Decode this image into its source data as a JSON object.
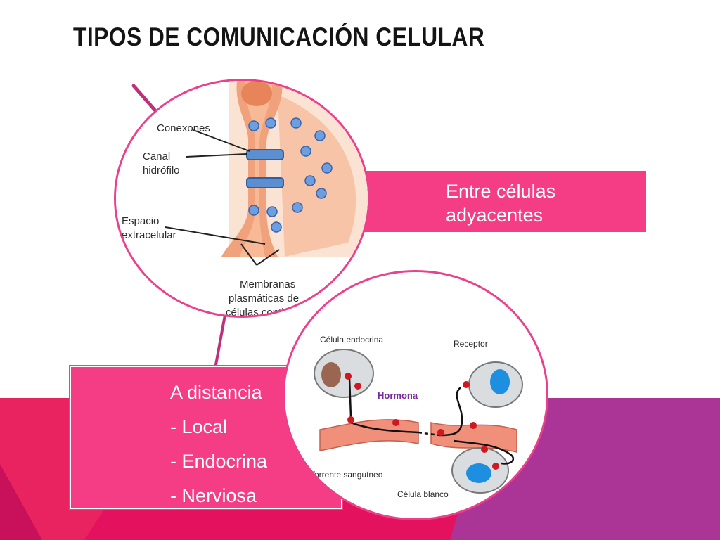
{
  "title": "TIPOS DE COMUNICACIÓN CELULAR",
  "top_box": {
    "lines": [
      "Entre células",
      "adyacentes"
    ]
  },
  "bottom_box": {
    "items": [
      "A distancia",
      "- Local",
      "- Endocrina",
      "- Nerviosa"
    ]
  },
  "gap_junction_image": {
    "labels": {
      "connexons": "Conexones",
      "channel_line1": "Canal",
      "channel_line2": "hidrófilo",
      "space_line1": "Espacio",
      "space_line2": "extracelular",
      "membranes_line1": "Membranas",
      "membranes_line2": "plasmáticas de",
      "membranes_line3": "células conti"
    }
  },
  "endocrine_image": {
    "labels": {
      "endocrine_cell": "Célula endocrina",
      "hormone": "Hormona",
      "receptor": "Receptor",
      "bloodstream": "Torrente sanguíneo",
      "target_cell": "Célula blanco"
    }
  },
  "colors": {
    "accent_pink": "#f43d84",
    "band_magenta": "#ab3596",
    "band_red": "#e4125e",
    "connector": "#c0307a"
  }
}
